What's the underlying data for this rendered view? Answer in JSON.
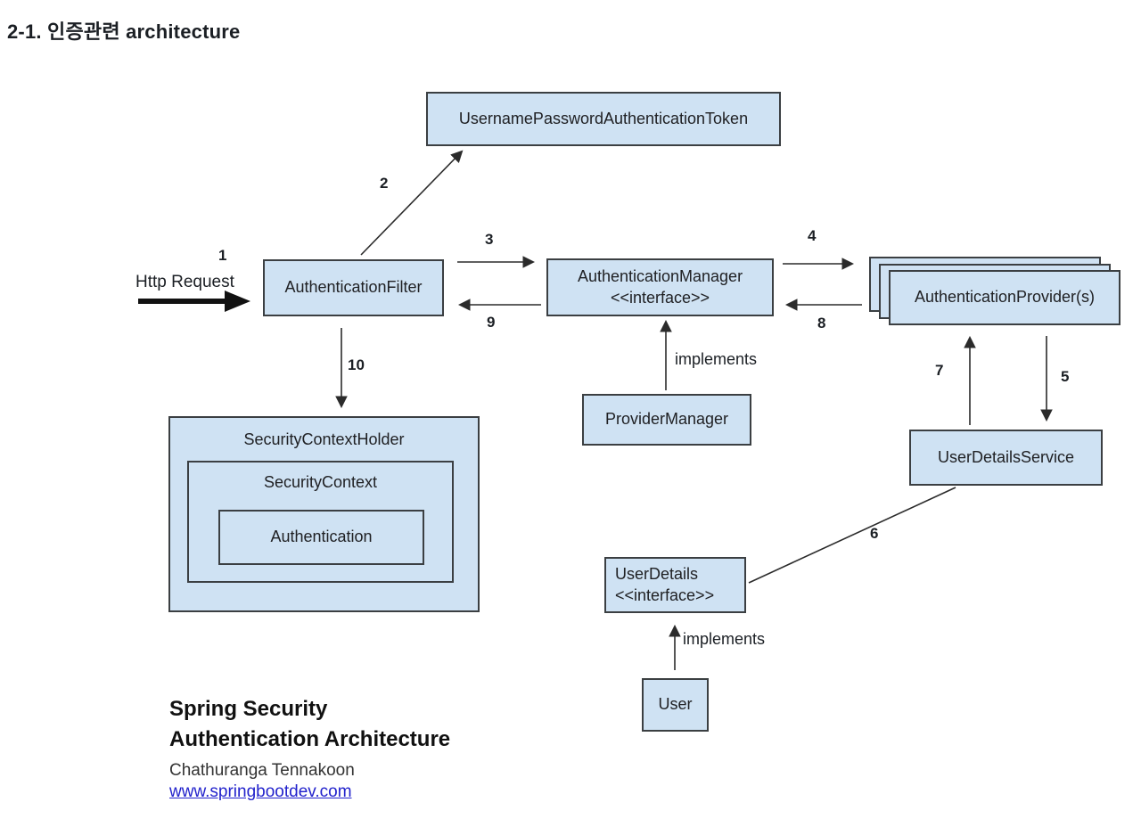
{
  "header": {
    "title": "2-1. 인증관련 architecture"
  },
  "diagram": {
    "boxes": {
      "token": "UsernamePasswordAuthenticationToken",
      "filter": "AuthenticationFilter",
      "manager_name": "AuthenticationManager",
      "manager_stereotype": "<<interface>>",
      "providers": "AuthenticationProvider(s)",
      "provider_manager": "ProviderManager",
      "security_context_holder": "SecurityContextHolder",
      "security_context": "SecurityContext",
      "authentication": "Authentication",
      "user_details_service": "UserDetailsService",
      "user_details_name": "UserDetails",
      "user_details_stereotype": "<<interface>>",
      "user": "User"
    },
    "edge_labels": {
      "http_request": "Http Request",
      "implements_manager": "implements",
      "implements_user": "implements"
    },
    "step_numbers": {
      "s1": "1",
      "s2": "2",
      "s3": "3",
      "s4": "4",
      "s5": "5",
      "s6": "6",
      "s7": "7",
      "s8": "8",
      "s9": "9",
      "s10": "10"
    }
  },
  "footer": {
    "title_line1": "Spring Security",
    "title_line2": "Authentication Architecture",
    "author": "Chathuranga Tennakoon",
    "website": "www.springbootdev.com"
  },
  "colors": {
    "box_fill": "#cfe2f3",
    "box_border": "#3b3f42",
    "arrow": "#2b2b2b",
    "link": "#2222cc",
    "text": "#1f2328"
  }
}
